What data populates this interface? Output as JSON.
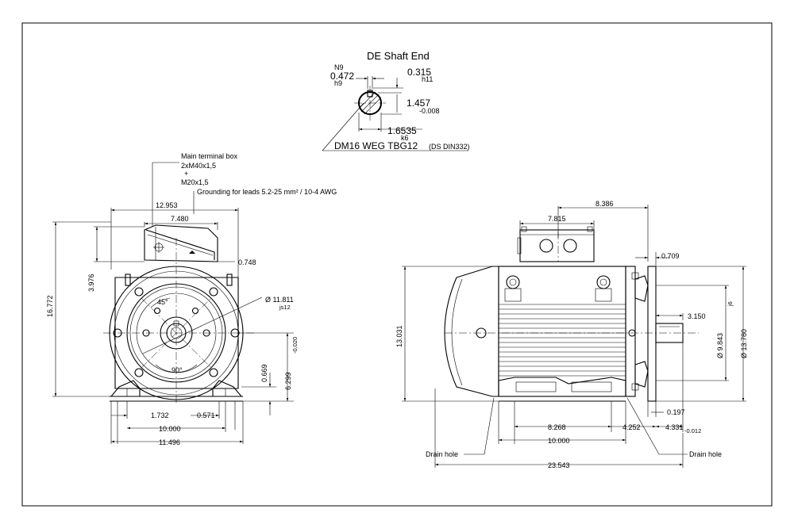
{
  "shaft_end": {
    "title": "DE Shaft End",
    "key_width": "0.472",
    "key_width_tol_top": "N9",
    "key_width_tol_bottom": "h9",
    "key_height": "0.315",
    "key_height_tol": "h11",
    "depth": "1.457",
    "depth_tol": "-0.008",
    "diameter": "1.6535",
    "diameter_tol": "k6",
    "thread_label": "DM16 WEG TBG12",
    "thread_standard": "(DS DIN332)"
  },
  "front_view": {
    "terminal_box_title": "Main terminal box",
    "terminal_box_line1": "2xM40x1,5",
    "terminal_box_plus": "+",
    "terminal_box_line2": "M20x1,5",
    "grounding_note": "Grounding for leads 5.2-25 mm² / 10-4 AWG",
    "dim_top_overall": "12.953",
    "dim_top_box": "7.480",
    "dim_box_offset": "0.748",
    "dim_box_height": "3.976",
    "dim_total_height": "16.772",
    "dim_flange_dia": "Ø 11.811",
    "dim_flange_dia_tol": "js12",
    "angle_45": "45°",
    "angle_90": "90°",
    "dim_shaft_height": "6.299",
    "dim_shaft_height_tol": "-0.020",
    "dim_foot_thickness": "0.669",
    "dim_foot_hole": "1.732",
    "dim_foot_slot": "0.571",
    "dim_foot_spacing": "10.000",
    "dim_base_width": "11.496"
  },
  "side_view": {
    "dim_box_width": "7.815",
    "dim_box_to_flange": "8.386",
    "dim_flange_thickness": "0.709",
    "dim_height": "13.031",
    "dim_shaft_length": "3.150",
    "dim_spigot": "Ø 9.843",
    "dim_spigot_tol": "j6",
    "dim_flange_od": "Ø 13.780",
    "dim_spigot_depth": "0.197",
    "dim_foot_centers": "8.268",
    "dim_foot_to_flange": "4.252",
    "dim_shaft_ext": "4.331",
    "dim_shaft_ext_tol": "-0.012",
    "dim_foot_length": "10.000",
    "dim_overall_length": "23.543",
    "drain_hole_left": "Drain hole",
    "drain_hole_right": "Drain hole"
  }
}
